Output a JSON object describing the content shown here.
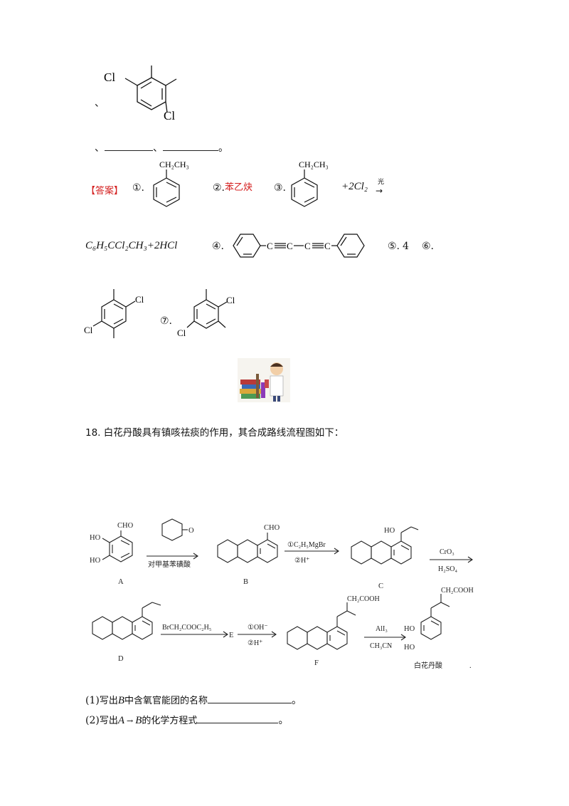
{
  "top_structure": {
    "labels": [
      "Cl",
      "Cl"
    ],
    "punct_left": "、",
    "blank_line": {
      "sep1": "、",
      "sep2": "、",
      "end": "。"
    }
  },
  "answer": {
    "tag": "【答案】",
    "items": {
      "n1": "①.",
      "n1_group": "CH₂CH₃",
      "n2": "②.",
      "n2_text": "苯乙炔",
      "n3": "③.",
      "n3_group": "CH₂CH₃",
      "n3_reagent": "+2Cl₂",
      "n3_condition": "光",
      "n3_arrow": "→",
      "product_eq": "C₆H₅CCl₂CH₃+2HCl",
      "n4": "④.",
      "n4_chain": [
        "C",
        "C",
        "C",
        "C"
      ],
      "n5": "⑤.",
      "n5_value": "4",
      "n6": "⑥.",
      "n7": "⑦.",
      "cl": "Cl"
    }
  },
  "question18": {
    "stem": "18. 白花丹酸具有镇咳祛痰的作用，其合成路线流程图如下：",
    "scheme": {
      "A": {
        "label": "A",
        "groups": [
          "CHO",
          "HO",
          "HO"
        ]
      },
      "reagent1": {
        "top": "O",
        "bottom": "对甲基苯磺酸"
      },
      "B": {
        "label": "B",
        "group": "CHO"
      },
      "reagent2": {
        "top": "①C₂H₅MgBr",
        "bottom": "②H⁺"
      },
      "C": {
        "label": "C",
        "group": "HO"
      },
      "reagent3": {
        "top": "CrO₃",
        "bottom": "H₂SO₄"
      },
      "D": {
        "label": "D"
      },
      "reagent4": {
        "top": "BrCH₂COOC₂H₅"
      },
      "E": {
        "label": "E"
      },
      "reagent5": {
        "top": "①OH⁻",
        "bottom": "②H⁺"
      },
      "F": {
        "label": "F",
        "group": "CH₂COOH"
      },
      "reagent6": {
        "top": "AlI₃",
        "bottom": "CH₃CN"
      },
      "product": {
        "label": "白花丹酸",
        "group": "CH₂COOH",
        "oh": [
          "HO",
          "HO"
        ]
      },
      "end_dot": "."
    },
    "sub1": {
      "num": "(1)",
      "text_a": "写出",
      "italic": "B",
      "text_b": "中含氧官能团的名称",
      "end": "。"
    },
    "sub2": {
      "num": "(2)",
      "text_a": "写出",
      "italic_a": "A",
      "arrow": "→",
      "italic_b": "B",
      "text_b": "的化学方程式",
      "end": "。"
    }
  }
}
